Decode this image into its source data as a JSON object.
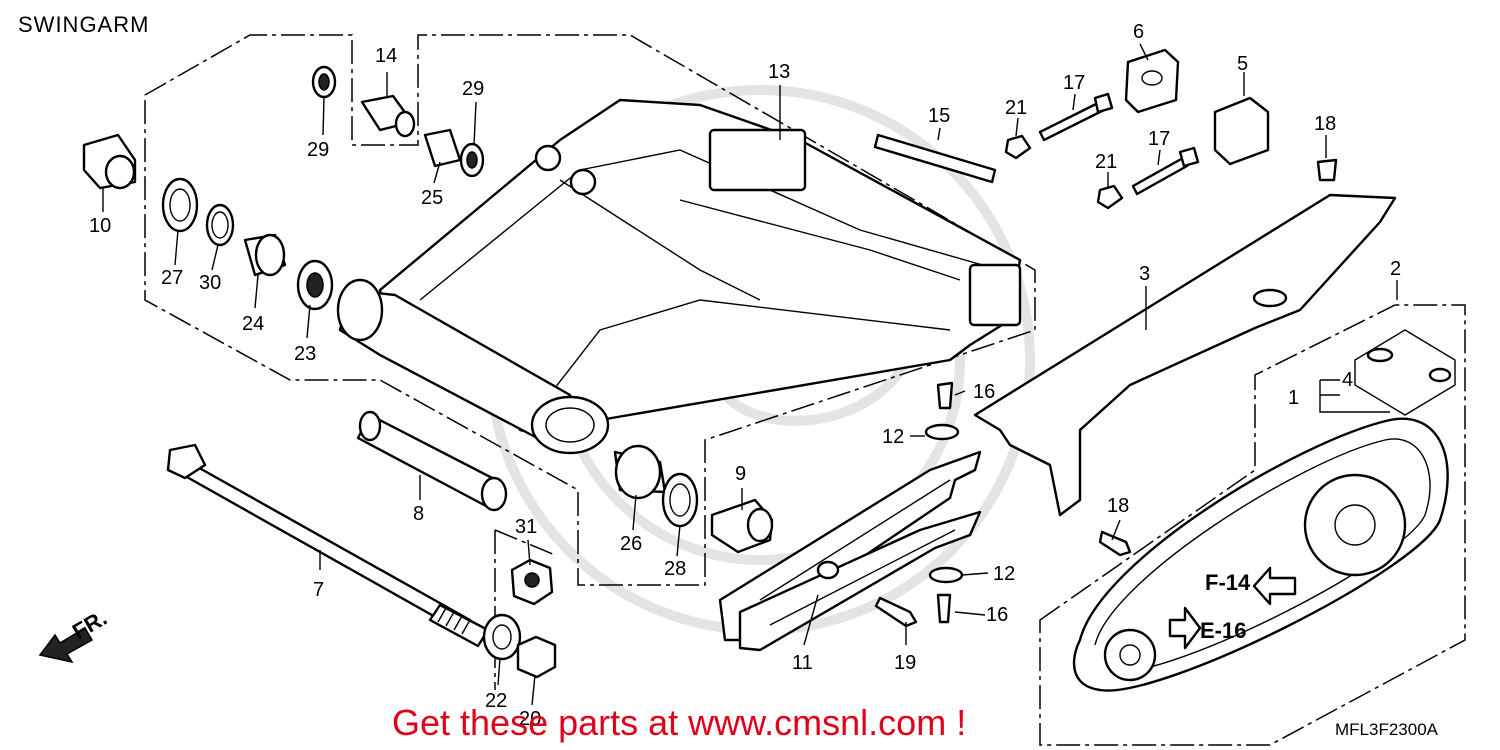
{
  "title": "SWINGARM",
  "promo_text": "Get these parts at www.cmsnl.com !",
  "diagram_code": "MFL3F2300A",
  "direction_label": "FR.",
  "reference_labels": [
    "F-14",
    "E-16"
  ],
  "colors": {
    "promo": "#e0001a",
    "line": "#000000",
    "watermark": "#e4e4e4"
  },
  "callouts": [
    {
      "id": "c1",
      "label": "1"
    },
    {
      "id": "c2",
      "label": "2"
    },
    {
      "id": "c3",
      "label": "3"
    },
    {
      "id": "c4",
      "label": "4"
    },
    {
      "id": "c5",
      "label": "5"
    },
    {
      "id": "c6",
      "label": "6"
    },
    {
      "id": "c7",
      "label": "7"
    },
    {
      "id": "c8",
      "label": "8"
    },
    {
      "id": "c9",
      "label": "9"
    },
    {
      "id": "c10",
      "label": "10"
    },
    {
      "id": "c11",
      "label": "11"
    },
    {
      "id": "c12a",
      "label": "12"
    },
    {
      "id": "c12b",
      "label": "12"
    },
    {
      "id": "c13",
      "label": "13"
    },
    {
      "id": "c14",
      "label": "14"
    },
    {
      "id": "c15",
      "label": "15"
    },
    {
      "id": "c16a",
      "label": "16"
    },
    {
      "id": "c16b",
      "label": "16"
    },
    {
      "id": "c17a",
      "label": "17"
    },
    {
      "id": "c17b",
      "label": "17"
    },
    {
      "id": "c18a",
      "label": "18"
    },
    {
      "id": "c18b",
      "label": "18"
    },
    {
      "id": "c19",
      "label": "19"
    },
    {
      "id": "c20",
      "label": "20"
    },
    {
      "id": "c21a",
      "label": "21"
    },
    {
      "id": "c21b",
      "label": "21"
    },
    {
      "id": "c22",
      "label": "22"
    },
    {
      "id": "c23",
      "label": "23"
    },
    {
      "id": "c24",
      "label": "24"
    },
    {
      "id": "c25",
      "label": "25"
    },
    {
      "id": "c26",
      "label": "26"
    },
    {
      "id": "c27",
      "label": "27"
    },
    {
      "id": "c28",
      "label": "28"
    },
    {
      "id": "c29a",
      "label": "29"
    },
    {
      "id": "c29b",
      "label": "29"
    },
    {
      "id": "c30",
      "label": "30"
    },
    {
      "id": "c31",
      "label": "31"
    }
  ]
}
